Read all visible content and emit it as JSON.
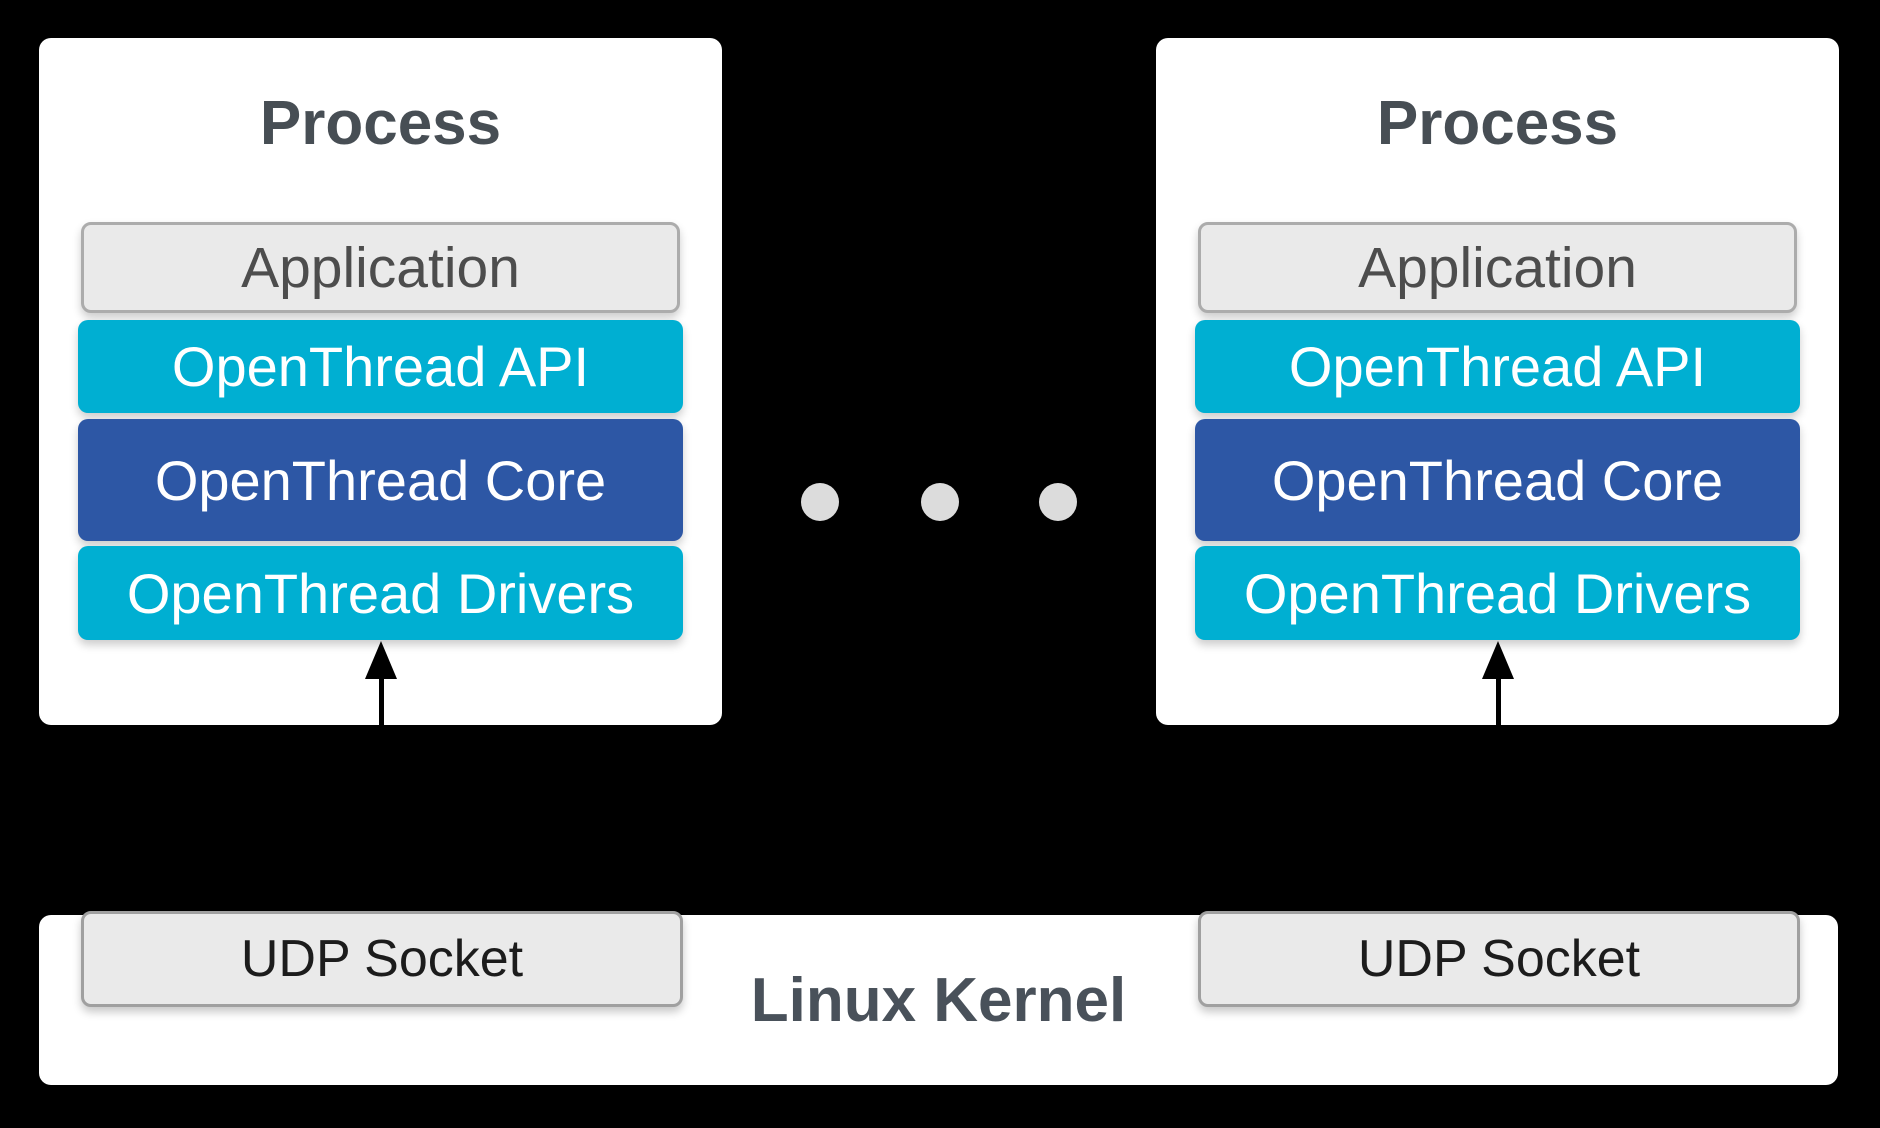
{
  "colors": {
    "background": "#000000",
    "box_bg": "#FFFFFF",
    "cyan": "#00AFD2",
    "blue": "#2D57A5",
    "gray_fill": "#EAEAEA",
    "gray_border": "#ACACAC",
    "udp_border": "#A0A0A0",
    "title_text": "#474E54",
    "bar_text": "#FFFFFF",
    "app_text": "#4D4D4D",
    "udp_text": "#1C1C1C",
    "kernel_text": "#49515A",
    "dot": "#DCDCDC",
    "arrow": "#000000"
  },
  "processes": [
    {
      "title": "Process",
      "layers": [
        {
          "label": "Application"
        },
        {
          "label": "OpenThread API"
        },
        {
          "label": "OpenThread Core"
        },
        {
          "label": "OpenThread Drivers"
        }
      ]
    },
    {
      "title": "Process",
      "layers": [
        {
          "label": "Application"
        },
        {
          "label": "OpenThread API"
        },
        {
          "label": "OpenThread Core"
        },
        {
          "label": "OpenThread Drivers"
        }
      ]
    }
  ],
  "ellipsis": {
    "dot_count": 3
  },
  "kernel": {
    "label": "Linux Kernel",
    "sockets": [
      {
        "label": "UDP Socket"
      },
      {
        "label": "UDP Socket"
      }
    ]
  }
}
